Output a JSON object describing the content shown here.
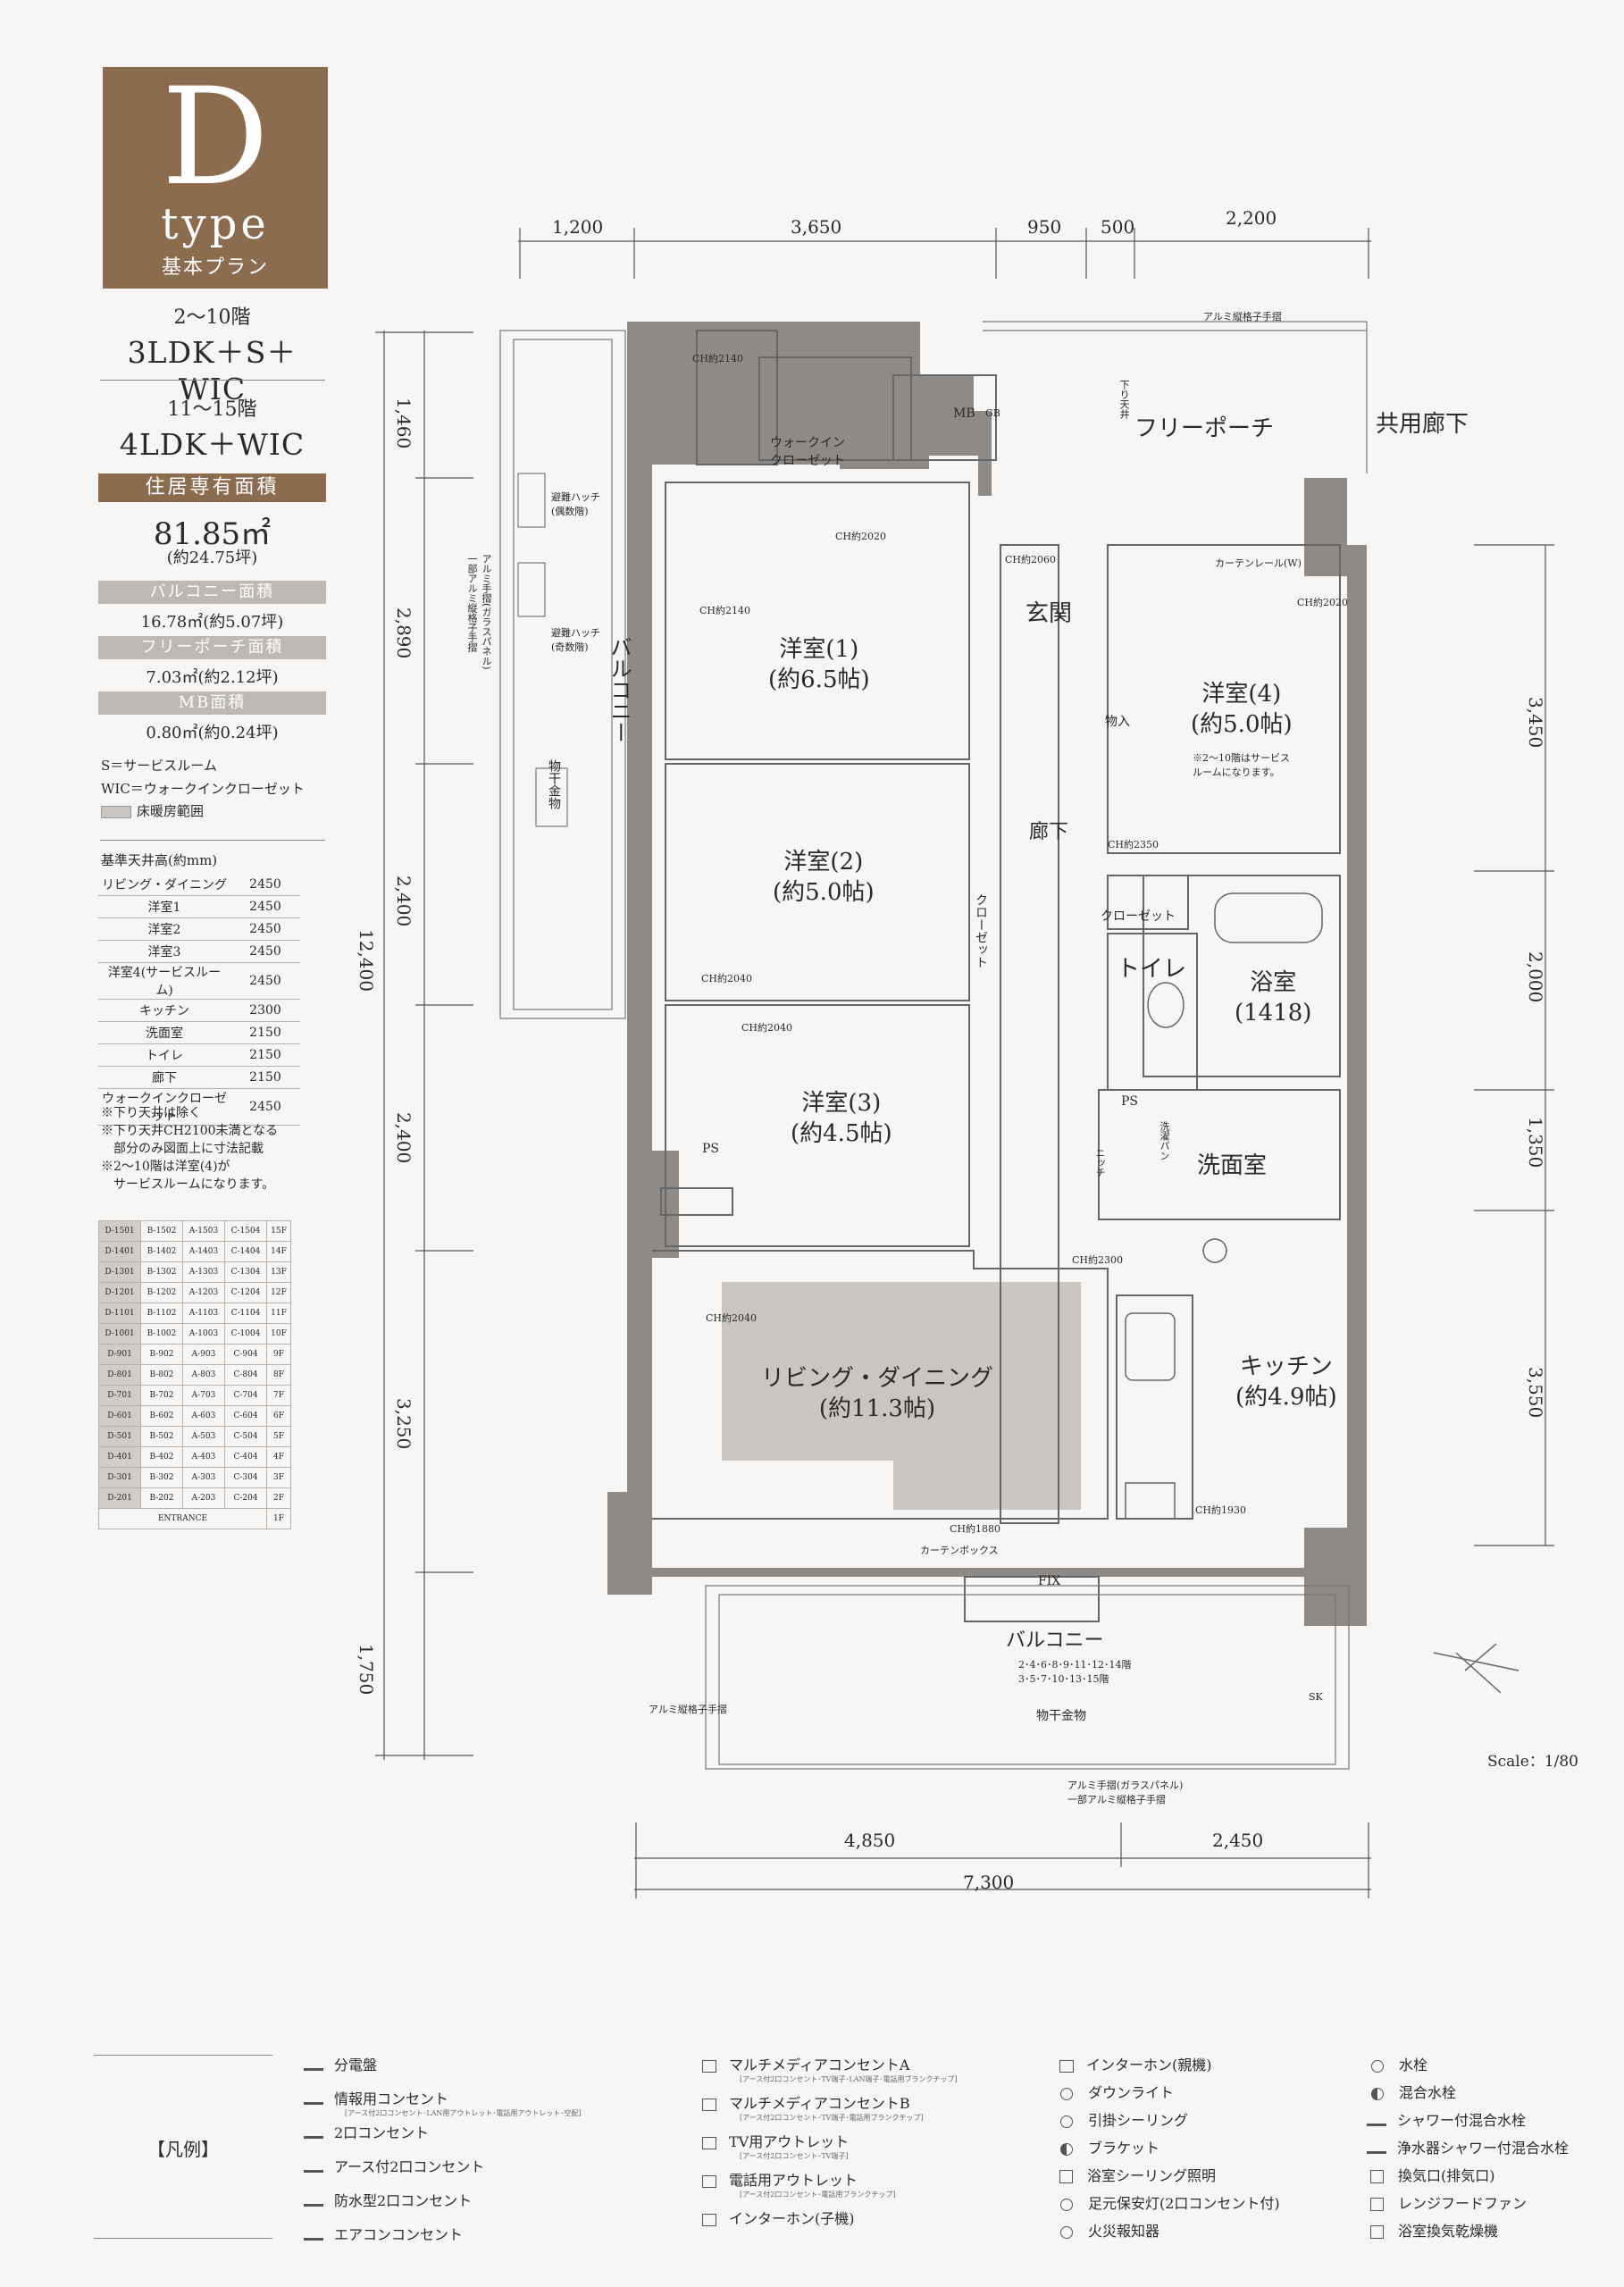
{
  "header": {
    "type_letter": "D",
    "type_word": "type",
    "type_sub": "基本プラン",
    "floors_a": "2～10階",
    "plan_a": "3LDK＋S＋WIC",
    "floors_b": "11～15階",
    "plan_b": "4LDK＋WIC"
  },
  "areas": {
    "living_label": "住居専有面積",
    "living_value": "81.85㎡",
    "living_tsubo": "(約24.75坪)",
    "balcony_label": "バルコニー面積",
    "balcony_value": "16.78㎡(約5.07坪)",
    "porch_label": "フリーポーチ面積",
    "porch_value": "7.03㎡(約2.12坪)",
    "mb_label": "MB面積",
    "mb_value": "0.80㎡(約0.24坪)"
  },
  "abbr": {
    "s": "S＝サービスルーム",
    "wic": "WIC＝ウォークインクローゼット",
    "floor_heating": "床暖房範囲"
  },
  "ceiling": {
    "title": "基準天井高(約mm)",
    "rows": [
      {
        "name": "リビング・ダイニング",
        "value": "2450"
      },
      {
        "name": "洋室1",
        "value": "2450"
      },
      {
        "name": "洋室2",
        "value": "2450"
      },
      {
        "name": "洋室3",
        "value": "2450"
      },
      {
        "name": "洋室4(サービスルーム)",
        "value": "2450"
      },
      {
        "name": "キッチン",
        "value": "2300"
      },
      {
        "name": "洗面室",
        "value": "2150"
      },
      {
        "name": "トイレ",
        "value": "2150"
      },
      {
        "name": "廊下",
        "value": "2150"
      },
      {
        "name": "ウォークインクローゼット",
        "value": "2450"
      }
    ],
    "notes": [
      "※下り天井は除く",
      "※下り天井CH2100未満となる",
      "　部分のみ図面上に寸法記載",
      "※2～10階は洋室(4)が",
      "　サービスルームになります。"
    ]
  },
  "floor_table": {
    "rows": [
      [
        "D-1501",
        "B-1502",
        "A-1503",
        "C-1504",
        "15F"
      ],
      [
        "D-1401",
        "B-1402",
        "A-1403",
        "C-1404",
        "14F"
      ],
      [
        "D-1301",
        "B-1302",
        "A-1303",
        "C-1304",
        "13F"
      ],
      [
        "D-1201",
        "B-1202",
        "A-1203",
        "C-1204",
        "12F"
      ],
      [
        "D-1101",
        "B-1102",
        "A-1103",
        "C-1104",
        "11F"
      ],
      [
        "D-1001",
        "B-1002",
        "A-1003",
        "C-1004",
        "10F"
      ],
      [
        "D-901",
        "B-902",
        "A-903",
        "C-904",
        "9F"
      ],
      [
        "D-801",
        "B-802",
        "A-803",
        "C-804",
        "8F"
      ],
      [
        "D-701",
        "B-702",
        "A-703",
        "C-704",
        "7F"
      ],
      [
        "D-601",
        "B-602",
        "A-603",
        "C-604",
        "6F"
      ],
      [
        "D-501",
        "B-502",
        "A-503",
        "C-504",
        "5F"
      ],
      [
        "D-401",
        "B-402",
        "A-403",
        "C-404",
        "4F"
      ],
      [
        "D-301",
        "B-302",
        "A-303",
        "C-304",
        "3F"
      ],
      [
        "D-201",
        "B-202",
        "A-203",
        "C-204",
        "2F"
      ]
    ],
    "entrance": "ENTRANCE",
    "entrance_floor": "1F"
  },
  "dims": {
    "top": [
      "1,200",
      "3,650",
      "950",
      "500",
      "2,200"
    ],
    "left": [
      "1,460",
      "2,890",
      "2,400",
      "2,400",
      "3,250",
      "1,750"
    ],
    "left_total": "12,400",
    "right": [
      "3,450",
      "2,000",
      "1,350",
      "3,550"
    ],
    "bottom": [
      "4,850",
      "2,450"
    ],
    "bottom_total": "7,300"
  },
  "rooms": {
    "wic": "ウォークイン\nクローゼット",
    "room1": "洋室(1)\n(約6.5帖)",
    "room2": "洋室(2)\n(約5.0帖)",
    "room3": "洋室(3)\n(約4.5帖)",
    "room4": "洋室(4)\n(約5.0帖)",
    "room4_note": "※2～10階はサービス\nルームになります。",
    "ld": "リビング・ダイニング\n(約11.3帖)",
    "kitchen": "キッチン\n(約4.9帖)",
    "genkan": "玄関",
    "rouka": "廊下",
    "toilet": "トイレ",
    "bath": "浴室\n(1418)",
    "washroom": "洗面室",
    "closet": "クローゼット",
    "closet_v": "クローゼット",
    "monoire": "物入",
    "porch": "フリーポーチ",
    "corridor": "共用廊下",
    "balcony": "バルコニー",
    "balcony_side": "バルコニー",
    "mb": "MB",
    "gb": "GB",
    "ps": "PS",
    "ps2": "PS",
    "fix": "FIX",
    "sk": "SK",
    "monohoshi": "物干金物",
    "monohoshi_v": "物干金物",
    "curtain_box": "カーテンボックス",
    "curtain_rail": "カーテンレール(W)",
    "laundry_pan": "洗濯パン",
    "niche": "ニッチ",
    "hinan1": "避難ハッチ\n(偶数階)",
    "hinan2": "避難ハッチ\n(奇数階)",
    "sagari": "下り天井",
    "floors_note": "2･4･6･8･9･11･12･14階\n3･5･7･10･13･15階"
  },
  "ch_labels": [
    "CH約2140",
    "CH約2020",
    "CH約2060",
    "CH約2020",
    "CH約2140",
    "CH約2350",
    "CH約2040",
    "CH約2040",
    "CH約2300",
    "CH約2040",
    "CH約1880",
    "CH約1930"
  ],
  "rail_notes": {
    "top": "アルミ縦格子手摺",
    "left": "アルミ手摺(ガラスパネル)\n一部アルミ縦格子手摺",
    "bottom_left": "アルミ縦格子手摺",
    "bottom": "アルミ手摺(ガラスパネル)\n一部アルミ縦格子手摺"
  },
  "scale": "Scale：1/80",
  "legend": {
    "title": "【凡例】",
    "col1": [
      {
        "icon": "panel-icon",
        "label": "分電盤",
        "sub": ""
      },
      {
        "icon": "info-outlet-icon",
        "label": "情報用コンセント",
        "sub": "[アース付2口コンセント･LAN用アウトレット･電話用アウトレット･空配]"
      },
      {
        "icon": "double-outlet-icon",
        "label": "2口コンセント",
        "sub": ""
      },
      {
        "icon": "earth-outlet-icon",
        "label": "アース付2口コンセント",
        "sub": ""
      },
      {
        "icon": "waterproof-outlet-icon",
        "label": "防水型2口コンセント",
        "sub": ""
      },
      {
        "icon": "aircon-outlet-icon",
        "label": "エアコンコンセント",
        "sub": ""
      }
    ],
    "col2": [
      {
        "icon": "multimedia-a-icon",
        "label": "マルチメディアコンセントA",
        "sub": "[アース付2口コンセント･TV端子･LAN端子･電話用ブランクチップ]"
      },
      {
        "icon": "multimedia-b-icon",
        "label": "マルチメディアコンセントB",
        "sub": "[アース付2口コンセント･TV端子･電話用ブランクチップ]"
      },
      {
        "icon": "tv-outlet-icon",
        "label": "TV用アウトレット",
        "sub": "[アース付2口コンセント･TV端子]"
      },
      {
        "icon": "phone-outlet-icon",
        "label": "電話用アウトレット",
        "sub": "[アース付2口コンセント･電話用ブランクチップ]"
      },
      {
        "icon": "intercom-child-icon",
        "label": "インターホン(子機)",
        "sub": ""
      }
    ],
    "col3": [
      {
        "icon": "intercom-parent-icon",
        "label": "インターホン(親機)"
      },
      {
        "icon": "downlight-icon",
        "label": "ダウンライト"
      },
      {
        "icon": "ceiling-hook-icon",
        "label": "引掛シーリング"
      },
      {
        "icon": "bracket-icon",
        "label": "ブラケット"
      },
      {
        "icon": "bath-ceiling-light-icon",
        "label": "浴室シーリング照明"
      },
      {
        "icon": "foot-light-icon",
        "label": "足元保安灯(2口コンセント付)"
      },
      {
        "icon": "fire-alarm-icon",
        "label": "火災報知器"
      }
    ],
    "col4": [
      {
        "icon": "faucet-icon",
        "label": "水栓"
      },
      {
        "icon": "mixer-faucet-icon",
        "label": "混合水栓"
      },
      {
        "icon": "shower-mixer-icon",
        "label": "シャワー付混合水栓"
      },
      {
        "icon": "purifier-shower-icon",
        "label": "浄水器シャワー付混合水栓"
      },
      {
        "icon": "vent-icon",
        "label": "換気口(排気口)"
      },
      {
        "icon": "range-hood-icon",
        "label": "レンジフードファン"
      },
      {
        "icon": "bath-dryer-icon",
        "label": "浴室換気乾燥機"
      }
    ]
  }
}
